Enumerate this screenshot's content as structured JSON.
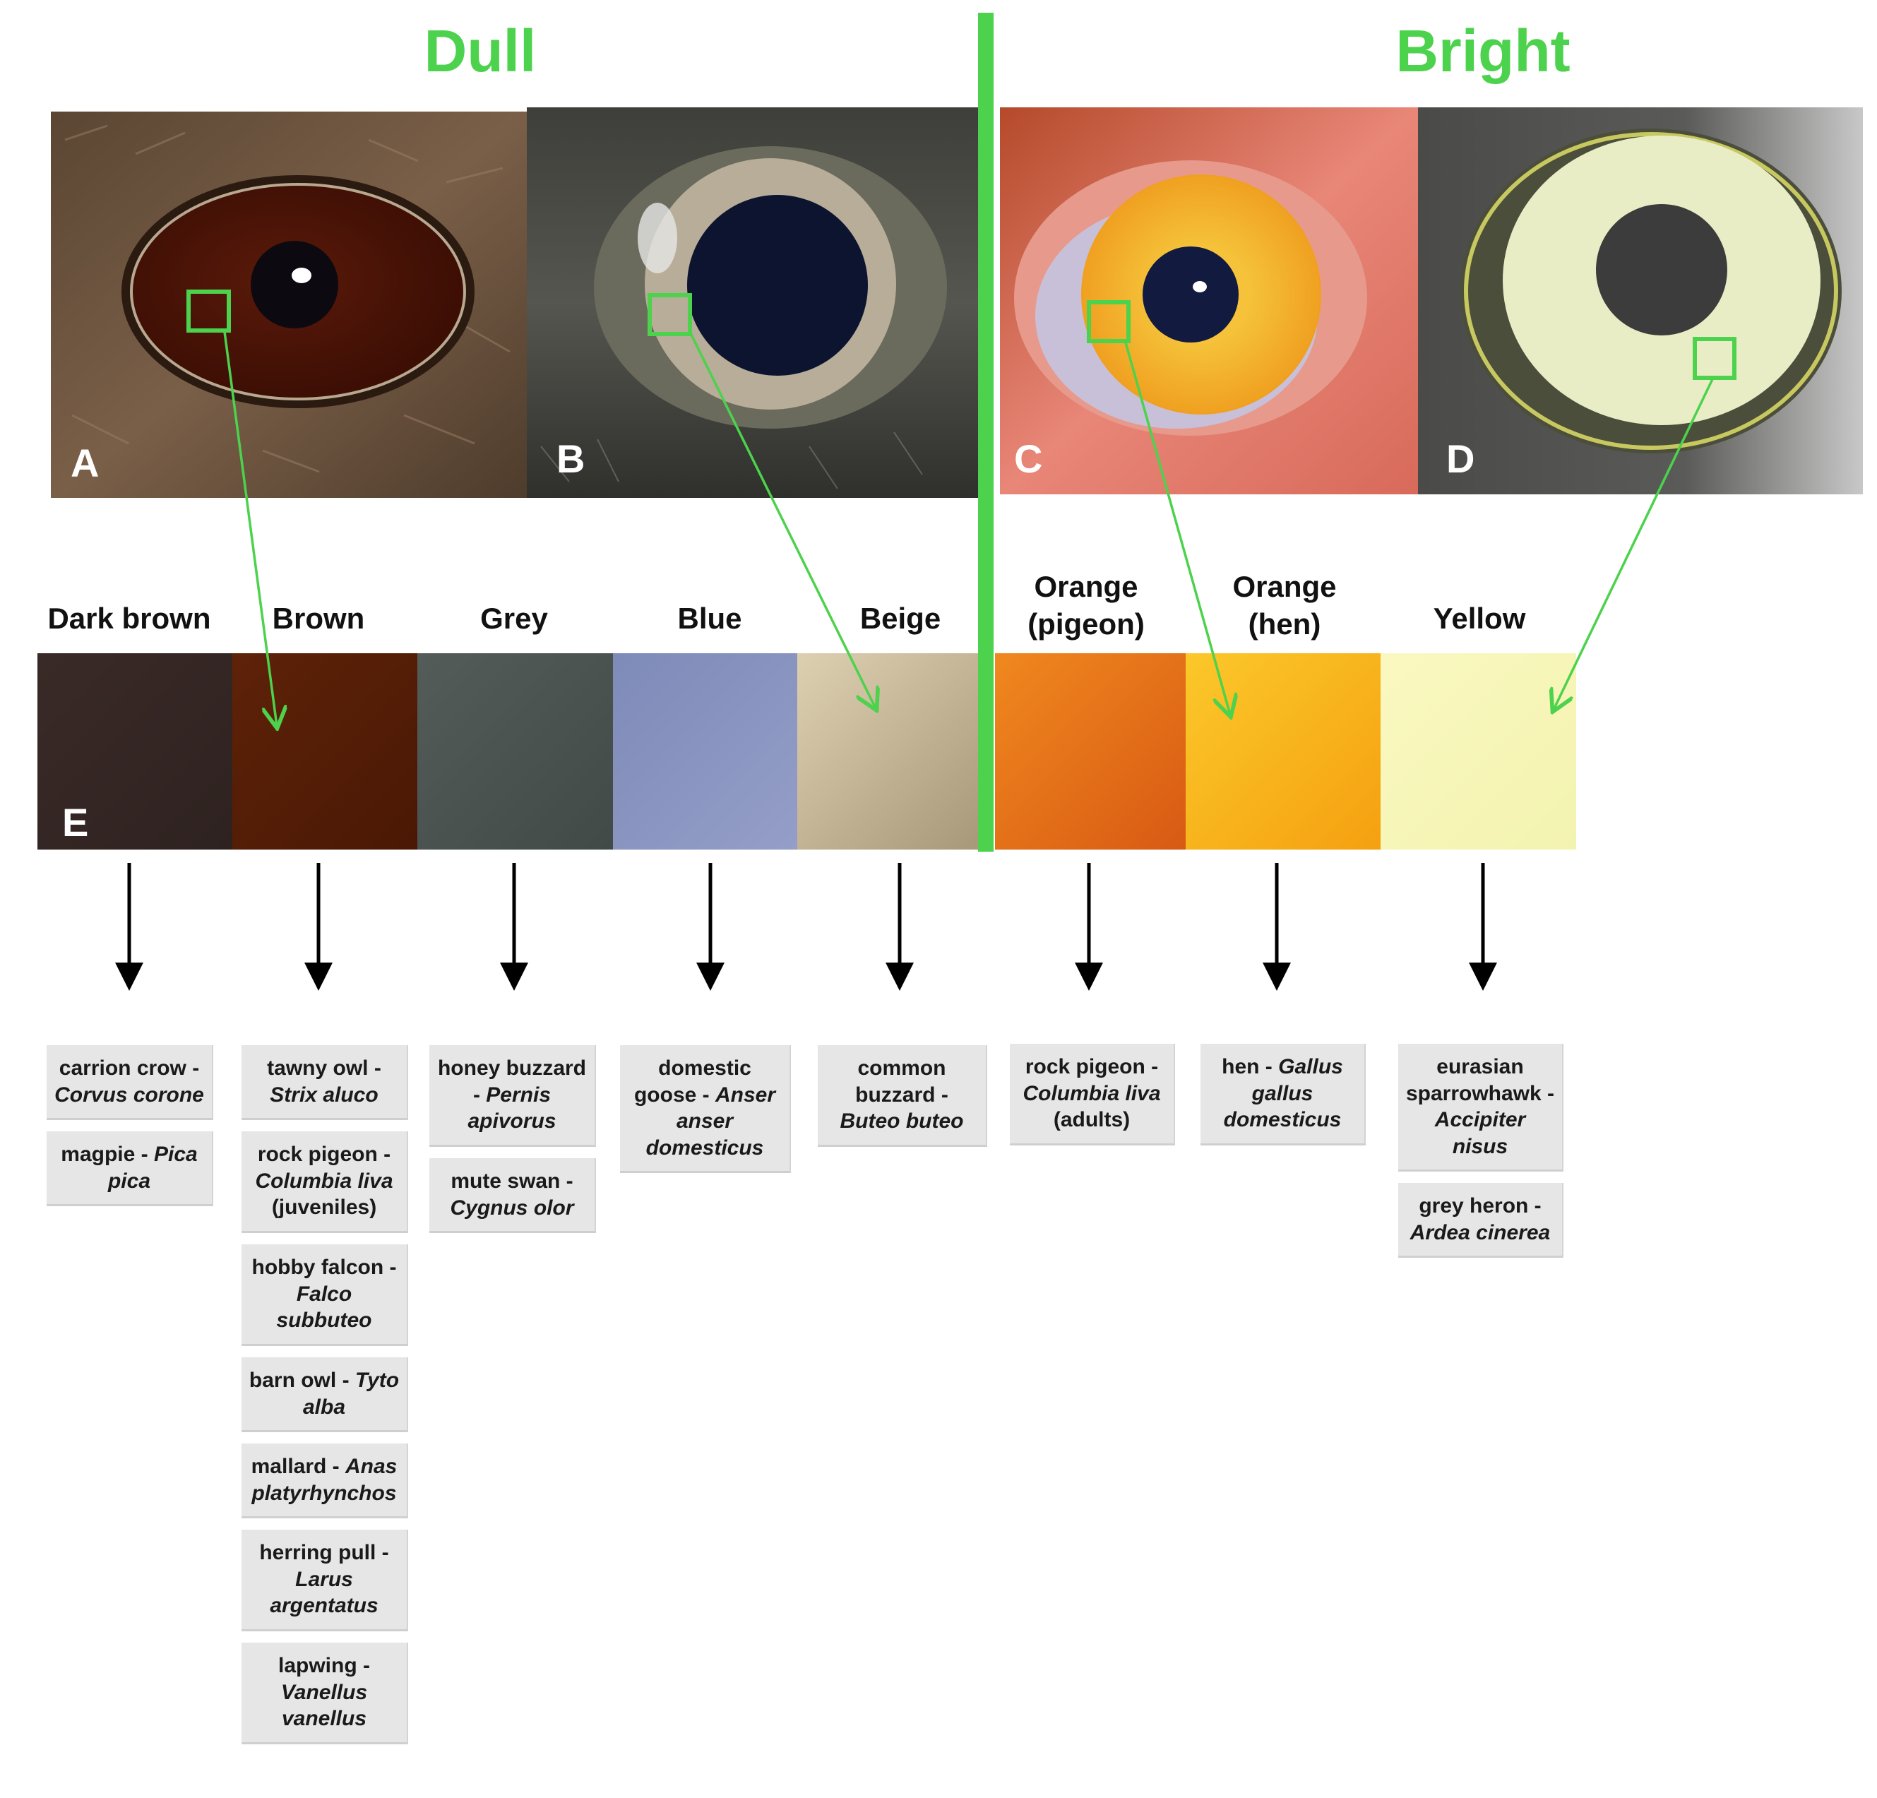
{
  "headings": {
    "dull": "Dull",
    "bright": "Bright"
  },
  "panels": [
    {
      "letter": "A",
      "subject": "dark brown eye with feathers",
      "iris_color": "#4a1306"
    },
    {
      "letter": "B",
      "subject": "grey-beige eye with dark pupil",
      "iris_color": "#b8ad98"
    },
    {
      "letter": "C",
      "subject": "orange-yellow eye with red skin",
      "iris_color": "#f5b52a"
    },
    {
      "letter": "D",
      "subject": "pale yellow eye",
      "iris_color": "#e9edc6"
    }
  ],
  "swatch_panel_letter": "E",
  "colors": [
    {
      "name": "Dark brown",
      "hex": "#352725",
      "species": [
        {
          "common": "carrion crow - ",
          "latin": "Corvus corone",
          "extra": ""
        },
        {
          "common": "magpie - ",
          "latin": "Pica pica",
          "extra": ""
        }
      ]
    },
    {
      "name": "Brown",
      "hex": "#531c06",
      "species": [
        {
          "common": "tawny owl - ",
          "latin": "Strix aluco",
          "extra": ""
        },
        {
          "common": "rock pigeon - ",
          "latin": "Columbia liva",
          "extra": " (juveniles)"
        },
        {
          "common": "hobby falcon - ",
          "latin": "Falco subbuteo",
          "extra": ""
        },
        {
          "common": "barn owl - ",
          "latin": "Tyto alba",
          "extra": ""
        },
        {
          "common": "mallard - ",
          "latin": "Anas platyrhynchos",
          "extra": ""
        },
        {
          "common": "herring pull - ",
          "latin": "Larus argentatus",
          "extra": ""
        },
        {
          "common": "lapwing - ",
          "latin": "Vanellus vanellus",
          "extra": ""
        }
      ]
    },
    {
      "name": "Grey",
      "hex": "#4b5352",
      "species": [
        {
          "common": "honey buzzard - ",
          "latin": "Pernis apivorus",
          "extra": ""
        },
        {
          "common": "mute swan - ",
          "latin": "Cygnus olor",
          "extra": ""
        }
      ]
    },
    {
      "name": "Blue",
      "hex": "#8792c0",
      "species": [
        {
          "common": "domestic goose - ",
          "latin": "Anser anser domesticus",
          "extra": ""
        }
      ]
    },
    {
      "name": "Beige",
      "hex": "#c8b999",
      "species": [
        {
          "common": "common buzzard - ",
          "latin": "Buteo buteo",
          "extra": ""
        }
      ]
    },
    {
      "name": "Orange\n(pigeon)",
      "hex": "#e4681a",
      "species": [
        {
          "common": "rock pigeon - ",
          "latin": "Columbia liva",
          "extra": " (adults)"
        }
      ]
    },
    {
      "name": "Orange\n(hen)",
      "hex": "#fbbc16",
      "species": [
        {
          "common": "hen - ",
          "latin": "Gallus gallus domesticus",
          "extra": ""
        }
      ]
    },
    {
      "name": "Yellow",
      "hex": "#f7f6b7",
      "species": [
        {
          "common": "eurasian sparrowhawk - ",
          "latin": "Accipiter nisus",
          "extra": ""
        },
        {
          "common": "grey heron - ",
          "latin": "Ardea cinerea",
          "extra": ""
        }
      ]
    }
  ],
  "accent_color": "#4cd24c"
}
